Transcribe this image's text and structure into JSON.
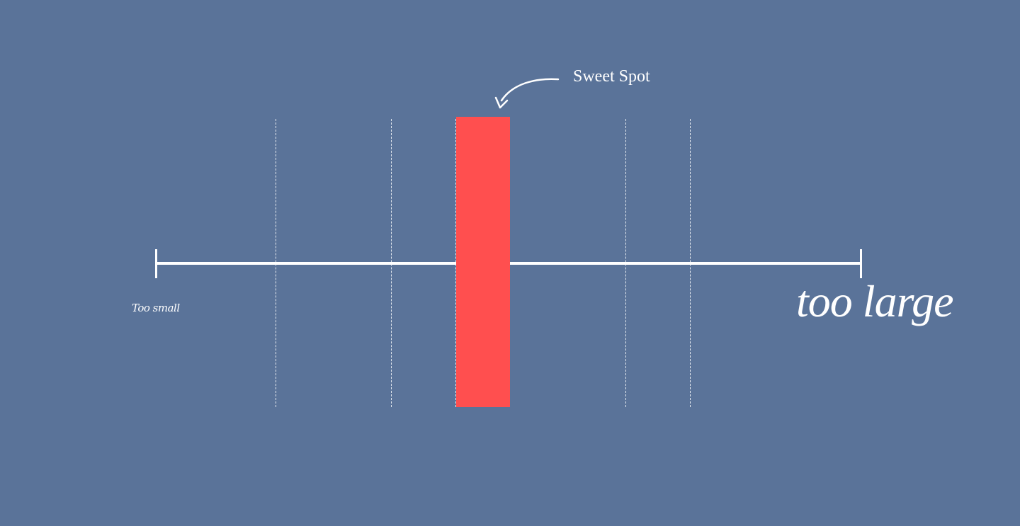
{
  "labels": {
    "min_label": "Too small",
    "max_label": "too large",
    "callout": "Sweet Spot"
  },
  "colors": {
    "background": "#5a7399",
    "sweet_spot": "#ff4f4f",
    "lines": "#ffffff"
  },
  "icons": {
    "callout_arrow": "curved-arrow-icon"
  }
}
